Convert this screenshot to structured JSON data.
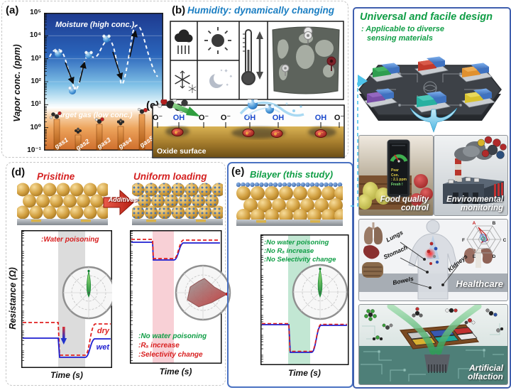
{
  "panel_a": {
    "label": "(a)",
    "y_axis": "Vapor conc. (ppm)",
    "ticks": [
      "10⁵",
      "10⁴",
      "10³",
      "10²",
      "10¹",
      "10⁰",
      "10⁻¹"
    ],
    "moisture_label": "Moisture (high conc.)",
    "target_label": "Target gas (low conc.)",
    "gases": [
      "gas1",
      "gas2",
      "gas3",
      "gas4",
      "gas5"
    ]
  },
  "panel_b": {
    "label": "(b)",
    "title": "Humidity: dynamically changing",
    "icons": [
      "rain-cloud-icon",
      "sun-icon",
      "thermometer-icon",
      "world-map-icon",
      "snowflake-icon",
      "moon-icon"
    ]
  },
  "panel_c": {
    "label": "(c)",
    "surface_label": "Oxide surface",
    "sites": [
      "O⁻",
      "OH",
      "O⁻",
      "O⁻",
      "OH",
      "OH",
      "OH",
      "O⁻"
    ],
    "electron": "e⁻"
  },
  "panel_d": {
    "label": "(d)",
    "pristine_title": "Prisitine",
    "uniform_title": "Uniform loading",
    "additives_label": "Additives",
    "y_axis": "Resistance (Ω)",
    "x_axis": "Time (s)",
    "water_poisoning": ":Water poisoning",
    "dry": "dry",
    "wet": "wet",
    "no_water_poisoning": ":No water poisoning",
    "ra_increase": ":Rₐ increase",
    "selectivity_change": ":Selectivity change"
  },
  "panel_e": {
    "label": "(e)",
    "title": "Bilayer (this study)",
    "no_water_poisoning": ":No water poisoning",
    "no_ra_increase": ":No Rₐ increase",
    "no_selectivity_change": ":No Selectivity change",
    "x_axis": "Time (s)"
  },
  "right_panel": {
    "title": "Universal and facile design",
    "subtitle1": ": Applicable to diverse",
    "subtitle2": "sensing materials",
    "food": {
      "line1": "Food quality",
      "line2": "control",
      "phone": [
        "Pear",
        "Con.",
        ": 2.1 ppm",
        "Fresh !"
      ]
    },
    "env": {
      "line1": "Environmental",
      "line2": "monitoring"
    },
    "health": {
      "label": "Healthcare",
      "organs": [
        "Lungs",
        "Stomach",
        "Bowels",
        "Kidneys"
      ],
      "radar": [
        "A",
        "B",
        "C",
        "D",
        "E",
        "F"
      ]
    },
    "olfaction": {
      "line1": "Artificial",
      "line2": "olfaction"
    }
  },
  "colors": {
    "title_blue": "#1b7ec2",
    "title_green": "#0f9d45",
    "title_red": "#d42020",
    "dry_red": "#e02020",
    "wet_blue": "#1f1fd0",
    "panel_border_blue": "#3f5fae",
    "connector_cyan": "#4ec3ea",
    "gold": "#d2a040",
    "cover_blue": "#4e8ad8"
  }
}
